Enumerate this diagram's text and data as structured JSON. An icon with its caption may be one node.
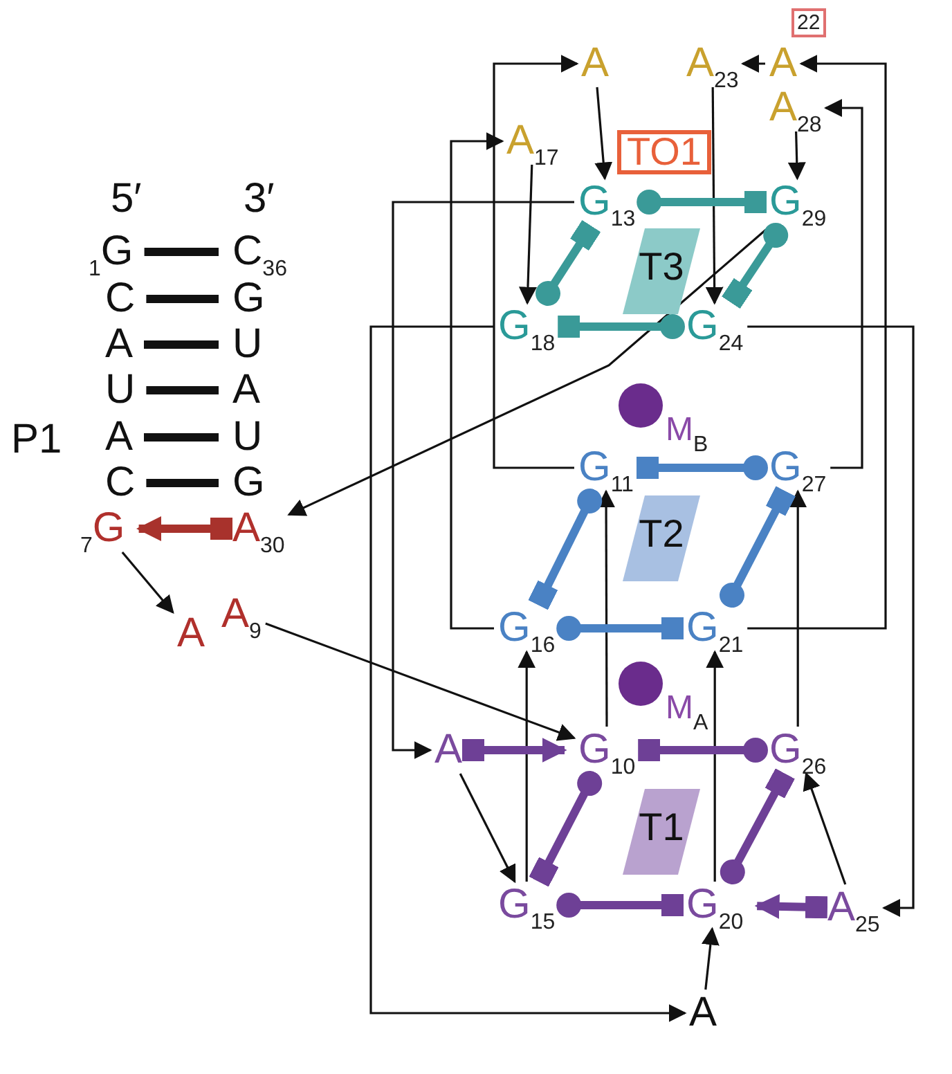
{
  "diagram": {
    "nodes": [
      {
        "text": [
          "$_{1}$G"
        ]
      },
      {
        "text": [
          "C"
        ]
      },
      {
        "text": [
          "A"
        ]
      },
      {
        "text": [
          "U"
        ]
      },
      {
        "text": [
          "A"
        ]
      },
      {
        "text": [
          "C"
        ]
      },
      {
        "text": [
          "$_{7}$G"
        ]
      },
      {
        "text": [
          "C$_{36}$"
        ]
      },
      {
        "text": [
          "G"
        ]
      },
      {
        "text": [
          "U"
        ]
      },
      {
        "text": [
          "A"
        ]
      },
      {
        "text": [
          "U"
        ]
      },
      {
        "text": [
          "G"
        ]
      },
      {
        "text": [
          "A$_{30}$"
        ]
      },
      {
        "text": [
          "A"
        ]
      },
      {
        "text": [
          "A$_{9}$"
        ]
      },
      {
        "text": [
          "A"
        ]
      },
      {
        "text": [
          "A$_{23}$"
        ]
      },
      {
        "text": [
          "A"
        ],
        "beside": [
          "22"
        ]
      },
      {
        "text": [
          "A$_{28}$"
        ]
      },
      {
        "text": [
          "A$_{17}$"
        ]
      },
      {
        "text": [
          "TO1"
        ]
      },
      {
        "text": [
          "G$_{13}$"
        ]
      },
      {
        "text": [
          "G$_{29}$"
        ]
      },
      {
        "text": [
          "T3"
        ]
      },
      {
        "text": [
          "G$_{18}$"
        ]
      },
      {
        "text": [
          "G$_{24}$"
        ]
      },
      {
        "text": [],
        "shape": "circle",
        "beside": [
          "M$_{B}$"
        ]
      },
      {
        "text": [
          "G$_{11}$"
        ]
      },
      {
        "text": [
          "G$_{27}$"
        ]
      },
      {
        "text": [
          "T2"
        ]
      },
      {
        "text": [
          "G$_{16}$"
        ]
      },
      {
        "text": [
          "G$_{21}$"
        ]
      },
      {
        "text": [],
        "shape": "circle",
        "beside": [
          "M$_{A}$"
        ]
      },
      {
        "text": [
          "A"
        ]
      },
      {
        "text": [
          "G$_{10}$"
        ]
      },
      {
        "text": [
          "G$_{26}$"
        ]
      },
      {
        "text": [
          "T1"
        ]
      },
      {
        "text": [
          "G$_{15}$"
        ]
      },
      {
        "text": [
          "G$_{20}$"
        ]
      },
      {
        "text": [
          "A$_{25}$"
        ]
      },
      {
        "text": [
          "A"
        ]
      }
    ],
    "edges": [
      {
        "from": 0,
        "to": 7,
        "arrow": "none",
        "style": "thick"
      },
      {
        "from": 1,
        "to": 8,
        "arrow": "none",
        "style": "thick"
      },
      {
        "from": 2,
        "to": 9,
        "arrow": "none",
        "style": "thick"
      },
      {
        "from": 3,
        "to": 10,
        "arrow": "none",
        "style": "thick"
      },
      {
        "from": 4,
        "to": 11,
        "arrow": "none",
        "style": "thick"
      },
      {
        "from": 5,
        "to": 12,
        "arrow": "none",
        "style": "thick"
      },
      {
        "from": 13,
        "to": 6,
        "arrow": "to",
        "style": "thick",
        "color": "#a8322c"
      },
      {
        "from": 6,
        "to": 14,
        "arrow": "to"
      },
      {
        "from": 15,
        "to": 35,
        "arrow": "to"
      },
      {
        "from": 35,
        "to": 28,
        "arrow": "to"
      },
      {
        "from": 28,
        "to": 16,
        "arrow": "to"
      },
      {
        "from": 16,
        "to": 22,
        "arrow": "to"
      },
      {
        "from": 22,
        "to": 34,
        "arrow": "to"
      },
      {
        "from": 34,
        "to": 38,
        "arrow": "to"
      },
      {
        "from": 38,
        "to": 31,
        "arrow": "to"
      },
      {
        "from": 31,
        "to": 20,
        "arrow": "to"
      },
      {
        "from": 20,
        "to": 25,
        "arrow": "to"
      },
      {
        "from": 25,
        "to": 41,
        "arrow": "to"
      },
      {
        "from": 41,
        "to": 39,
        "arrow": "to"
      },
      {
        "from": 39,
        "to": 32,
        "arrow": "to"
      },
      {
        "from": 32,
        "to": 18,
        "arrow": "to"
      },
      {
        "from": 18,
        "to": 17,
        "arrow": "to"
      },
      {
        "from": 17,
        "to": 26,
        "arrow": "to"
      },
      {
        "from": 26,
        "to": 40,
        "arrow": "to"
      },
      {
        "from": 40,
        "to": 36,
        "arrow": "to"
      },
      {
        "from": 36,
        "to": 29,
        "arrow": "to"
      },
      {
        "from": 29,
        "to": 19,
        "arrow": "to"
      },
      {
        "from": 19,
        "to": 23,
        "arrow": "to"
      },
      {
        "from": 23,
        "to": 13,
        "arrow": "to"
      },
      {
        "from": 22,
        "to": 23,
        "arrow": "other",
        "style": "thick",
        "color": "#3a9a98"
      },
      {
        "from": 25,
        "to": 22,
        "arrow": "other",
        "style": "thick",
        "color": "#3a9a98"
      },
      {
        "from": 23,
        "to": 26,
        "arrow": "other",
        "style": "thick",
        "color": "#3a9a98"
      },
      {
        "from": 26,
        "to": 25,
        "arrow": "other",
        "style": "thick",
        "color": "#3a9a98"
      },
      {
        "from": 29,
        "to": 28,
        "arrow": "other",
        "style": "thick",
        "color": "#4a82c4"
      },
      {
        "from": 28,
        "to": 31,
        "arrow": "other",
        "style": "thick",
        "color": "#4a82c4"
      },
      {
        "from": 32,
        "to": 29,
        "arrow": "other",
        "style": "thick",
        "color": "#4a82c4"
      },
      {
        "from": 31,
        "to": 32,
        "arrow": "other",
        "style": "thick",
        "color": "#4a82c4"
      },
      {
        "from": 36,
        "to": 35,
        "arrow": "other",
        "style": "thick",
        "color": "#6e4096"
      },
      {
        "from": 35,
        "to": 38,
        "arrow": "other",
        "style": "thick",
        "color": "#6e4096"
      },
      {
        "from": 39,
        "to": 36,
        "arrow": "other",
        "style": "thick",
        "color": "#6e4096"
      },
      {
        "from": 38,
        "to": 39,
        "arrow": "other",
        "style": "thick",
        "color": "#6e4096"
      },
      {
        "from": 34,
        "to": 35,
        "arrow": "to",
        "style": "thick",
        "color": "#6e4096"
      },
      {
        "from": 40,
        "to": 39,
        "arrow": "to",
        "style": "thick",
        "color": "#6e4096"
      }
    ],
    "labels": [
      "5′",
      "3′",
      "P1"
    ]
  }
}
